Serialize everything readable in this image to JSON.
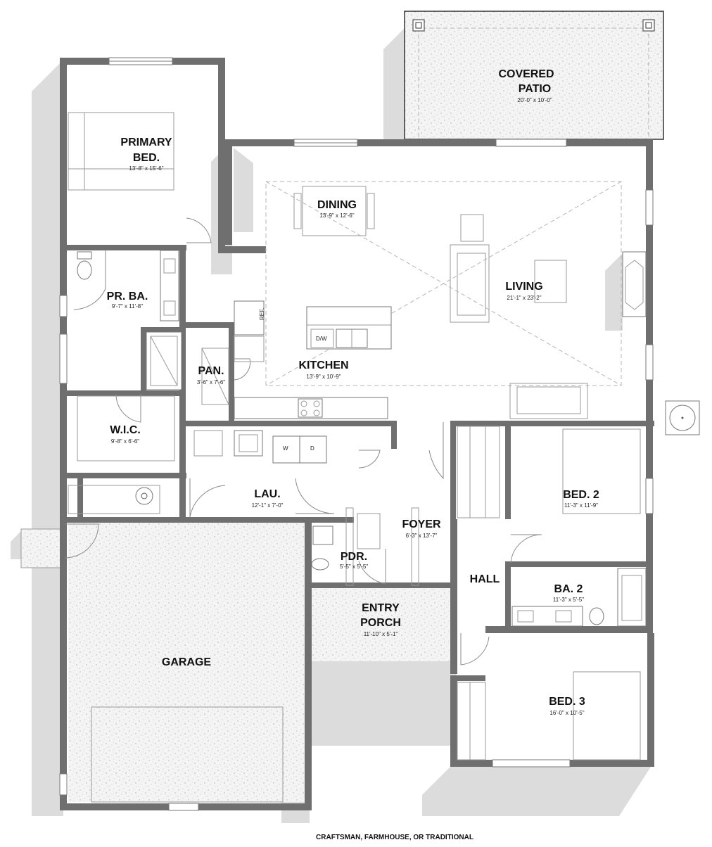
{
  "rooms": {
    "covered_patio": {
      "name_line1": "COVERED",
      "name_line2": "PATIO",
      "dims": "20'-0\" x 10'-0\""
    },
    "primary_bed": {
      "name_line1": "PRIMARY",
      "name_line2": "BED.",
      "dims": "13'-8\" x 15'-6\""
    },
    "dining": {
      "name": "DINING",
      "dims": "13'-9\" x 12'-6\""
    },
    "living": {
      "name": "LIVING",
      "dims": "21'-1\" x 23'-2\""
    },
    "pr_ba": {
      "name": "PR. BA.",
      "dims": "9'-7\" x 11'-8\""
    },
    "kitchen": {
      "name": "KITCHEN",
      "dims": "13'-9\" x 10'-9\""
    },
    "pan": {
      "name": "PAN.",
      "dims": "3'-6\" x 7'-6\""
    },
    "wic": {
      "name": "W.I.C.",
      "dims": "9'-8\" x 6'-6\""
    },
    "bed2": {
      "name": "BED. 2",
      "dims": "11'-3\" x 11'-9\""
    },
    "lau": {
      "name": "LAU.",
      "dims": "12'-1\" x 7'-0\""
    },
    "foyer": {
      "name": "FOYER",
      "dims": "6'-3\" x 13'-7\""
    },
    "pdr": {
      "name": "PDR.",
      "dims": "5'-5\" x 5'-5\""
    },
    "hall": {
      "name": "HALL"
    },
    "ba2": {
      "name": "BA. 2",
      "dims": "11'-3\" x 5'-5\""
    },
    "entry_porch": {
      "name_line1": "ENTRY",
      "name_line2": "PORCH",
      "dims": "11'-10\" x 5'-1\""
    },
    "garage": {
      "name": "GARAGE"
    },
    "bed3": {
      "name": "BED. 3",
      "dims": "16'-0\" x 10'-5\""
    }
  },
  "fixtures": {
    "ref": "REF.",
    "dw": "D/W",
    "washer": "W",
    "dryer": "D"
  },
  "caption": "CRAFTSMAN, FARMHOUSE, OR TRADITIONAL"
}
